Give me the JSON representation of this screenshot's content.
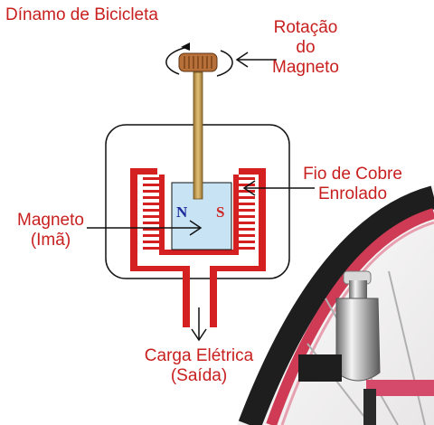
{
  "title": "Dínamo de Bicicleta",
  "labels": {
    "rotation": [
      "Rotação",
      "do",
      "Magneto"
    ],
    "coil": [
      "Fio de Cobre",
      "Enrolado"
    ],
    "magnet": [
      "Magneto",
      "(Imã)"
    ],
    "load": [
      "Carga Elétrica",
      "(Saída)"
    ]
  },
  "poles": {
    "north": "N",
    "south": "S"
  },
  "colors": {
    "text": "#c8201f",
    "coil": "#d42020",
    "magnet_fill": "#c8e4f4",
    "shaft": "#c89a4a",
    "knob": "#b8703a",
    "pole_n": "#1a2a9a",
    "pole_s": "#d02828",
    "tire": "#2a2a2a",
    "rim": "#d8405a"
  }
}
